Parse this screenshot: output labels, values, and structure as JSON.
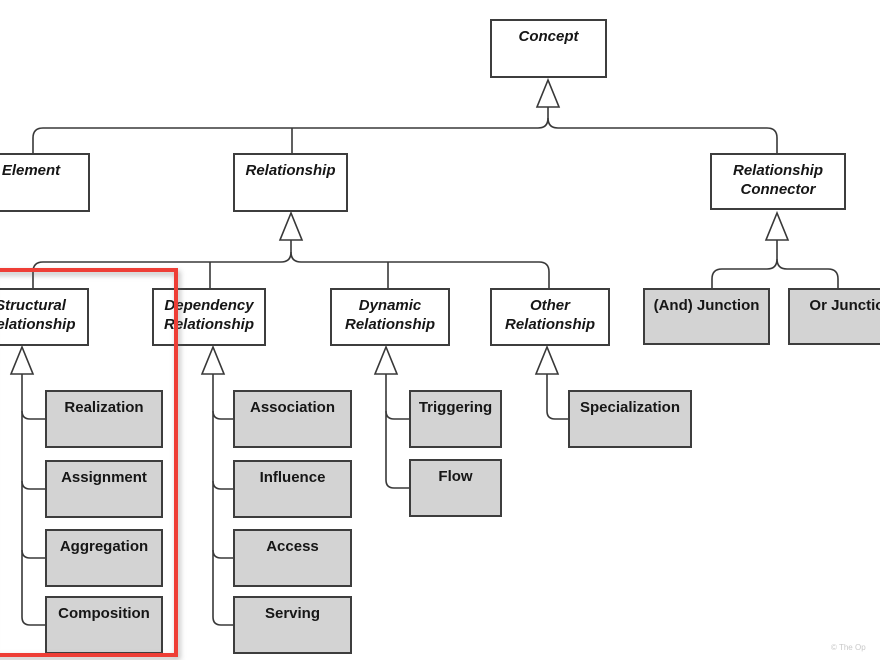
{
  "diagram": {
    "root": {
      "label": "Concept"
    },
    "level2": {
      "element": "Element",
      "relationship": "Relationship",
      "relationship_connector": "Relationship Connector"
    },
    "relationship_types": {
      "structural": "Structural Relationship",
      "dependency": "Dependency Relationship",
      "dynamic": "Dynamic Relationship",
      "other": "Other Relationship"
    },
    "connectors": {
      "and_junction": "(And) Junction",
      "or_junction": "Or Junction"
    },
    "structural_children": {
      "realization": "Realization",
      "assignment": "Assignment",
      "aggregation": "Aggregation",
      "composition": "Composition"
    },
    "dependency_children": {
      "association": "Association",
      "influence": "Influence",
      "access": "Access",
      "serving": "Serving"
    },
    "dynamic_children": {
      "triggering": "Triggering",
      "flow": "Flow"
    },
    "other_children": {
      "specialization": "Specialization"
    },
    "footer": "© The Op",
    "colors": {
      "highlight": "#ee3e36",
      "leaf_fill": "#d3d3d3",
      "line": "#383838"
    }
  }
}
